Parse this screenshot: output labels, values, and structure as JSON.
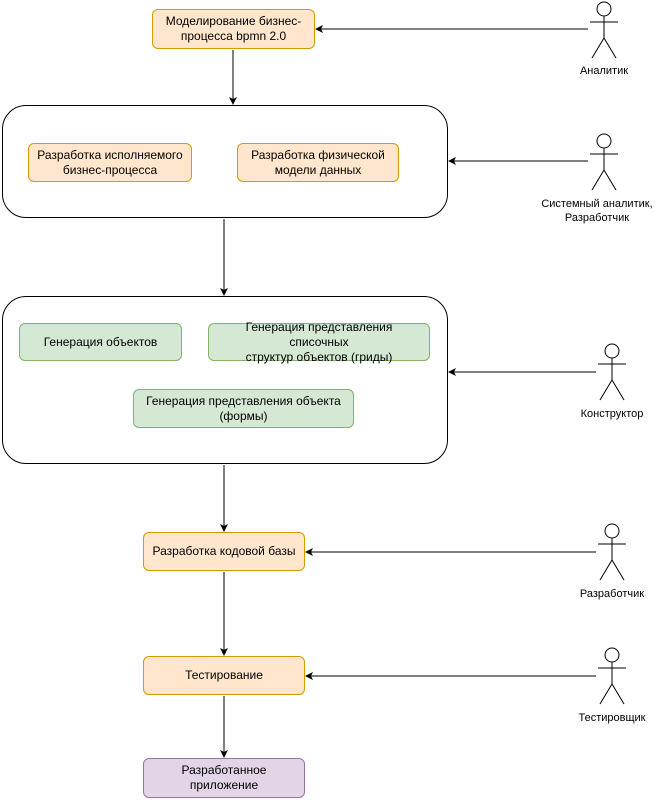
{
  "process": {
    "modeling": "Моделирование бизнес-\nпроцесса bpmn 2.0",
    "exec_process": "Разработка исполняемого\nбизнес-процесса",
    "physical_model": "Разработка физической\nмодели данных",
    "gen_objects": "Генерация объектов",
    "gen_lists": "Генерация представления списочных\nструктур объектов (гриды)",
    "gen_forms": "Генерация представления объекта\n(формы)",
    "codebase": "Разработка кодовой базы",
    "testing": "Тестирование",
    "result": "Разработанное приложение"
  },
  "actors": {
    "analyst": "Аналитик",
    "system_analyst": "Системный аналитик,\nРазработчик",
    "constructor": "Конструктор",
    "developer": "Разработчик",
    "tester": "Тестировщик"
  },
  "colors": {
    "orange_fill": "#ffe6cc",
    "orange_stroke": "#d79b00",
    "green_fill": "#d5e8d4",
    "green_stroke": "#82b366",
    "purple_fill": "#e1d5e7",
    "purple_stroke": "#9673a6"
  }
}
